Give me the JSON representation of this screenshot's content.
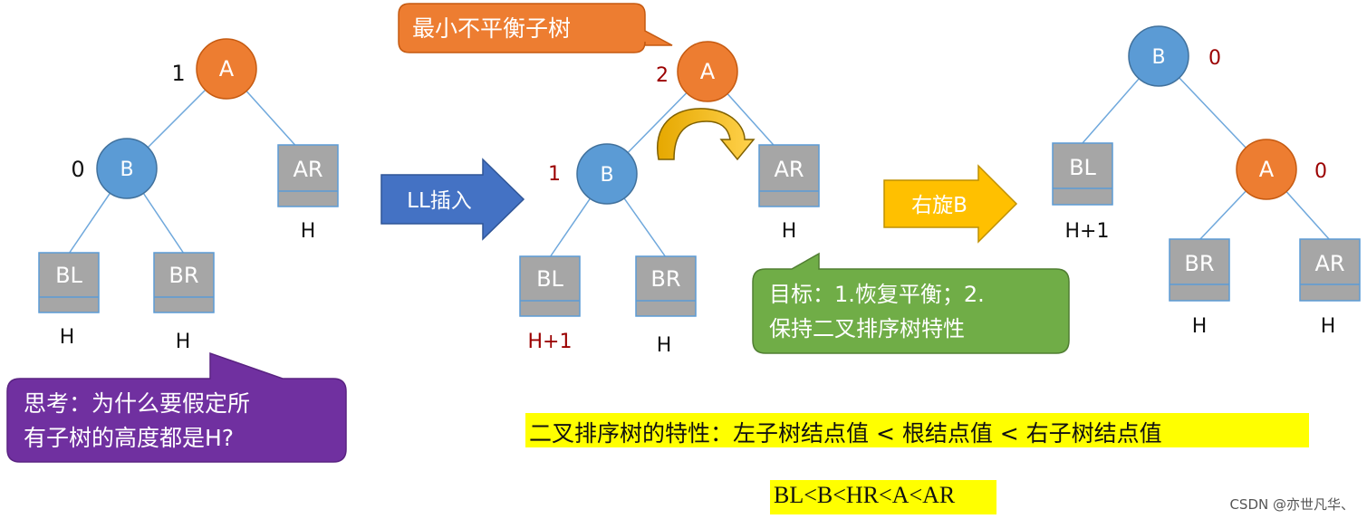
{
  "tree1": {
    "root": {
      "label": "A",
      "bf": "1"
    },
    "left": {
      "label": "B",
      "bf": "0"
    },
    "right_subtree": {
      "label": "AR",
      "height": "H"
    },
    "bl": {
      "label": "BL",
      "height": "H"
    },
    "br": {
      "label": "BR",
      "height": "H"
    }
  },
  "tree2": {
    "root": {
      "label": "A",
      "bf": "2"
    },
    "left": {
      "label": "B",
      "bf": "1"
    },
    "right_subtree": {
      "label": "AR",
      "height": "H"
    },
    "bl": {
      "label": "BL",
      "height": "H+1"
    },
    "br": {
      "label": "BR",
      "height": "H"
    }
  },
  "tree3": {
    "root": {
      "label": "B",
      "bf": "0"
    },
    "right": {
      "label": "A",
      "bf": "0"
    },
    "bl": {
      "label": "BL",
      "height": "H+1"
    },
    "br": {
      "label": "BR",
      "height": "H"
    },
    "ar": {
      "label": "AR",
      "height": "H"
    }
  },
  "arrows": {
    "ll_insert": "LL插入",
    "rotate": "右旋B"
  },
  "callouts": {
    "min_unbalanced": "最小不平衡子树",
    "goal_line1": "目标：1.恢复平衡；2.",
    "goal_line2": "保持二叉排序树特性",
    "think_line1": "思考：为什么要假定所",
    "think_line2": "有子树的高度都是H?"
  },
  "notes": {
    "bst_property": "二叉排序树的特性：左子树结点值 < 根结点值 < 右子树结点值",
    "order": "BL<B<HR<A<AR"
  },
  "watermark": "CSDN @亦世凡华、",
  "colors": {
    "orange_node": "#ed7d31",
    "blue_node": "#5b9bd5",
    "subtree_gray": "#a6a6a6",
    "edge": "#6fa8dc",
    "dark_red": "#9b0000",
    "arrow_blue": "#4472c4",
    "arrow_gold": "#ffc000",
    "callout_orange": "#ed7d31",
    "callout_green": "#70ad47",
    "callout_purple": "#7030a0",
    "highlight": "#ffff00"
  }
}
